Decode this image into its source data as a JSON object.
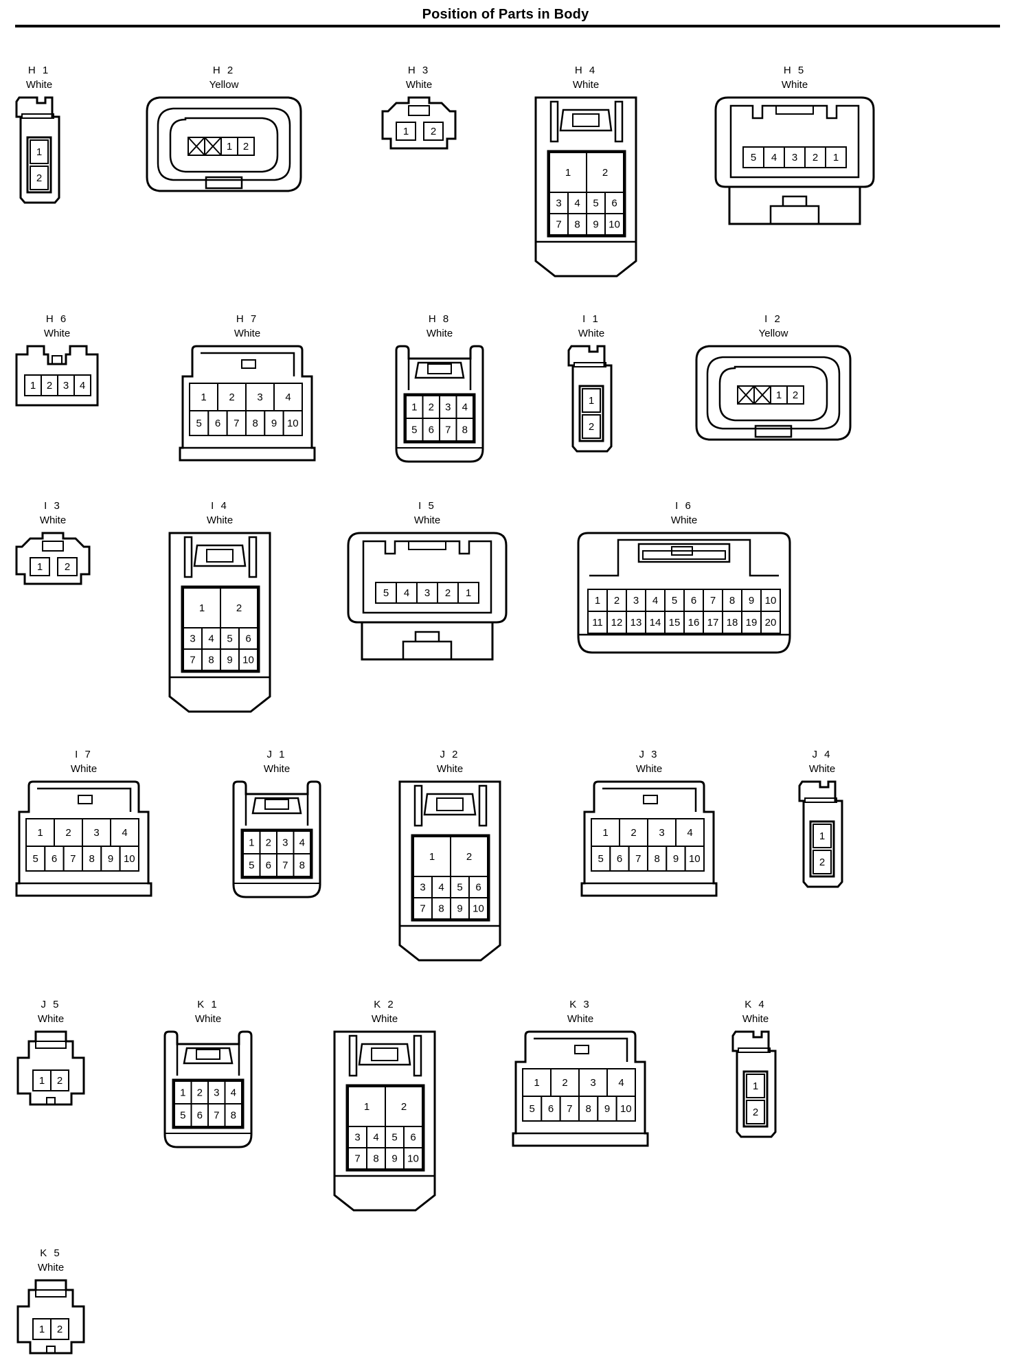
{
  "title": "Position of Parts in Body",
  "connectors": [
    {
      "code": "H 1",
      "color": "White",
      "type": "v2",
      "pins": [
        "1",
        "2"
      ]
    },
    {
      "code": "H 2",
      "color": "Yellow",
      "type": "oval",
      "pins": [
        "1",
        "2"
      ]
    },
    {
      "code": "H 3",
      "color": "White",
      "type": "small2",
      "pins": [
        "1",
        "2"
      ]
    },
    {
      "code": "H 4",
      "color": "White",
      "type": "tall10",
      "pins": [
        "1",
        "2",
        "3",
        "4",
        "5",
        "6",
        "7",
        "8",
        "9",
        "10"
      ]
    },
    {
      "code": "H 5",
      "color": "White",
      "type": "box5",
      "pins": [
        "5",
        "4",
        "3",
        "2",
        "1"
      ]
    },
    {
      "code": "H 6",
      "color": "White",
      "type": "row4",
      "pins": [
        "1",
        "2",
        "3",
        "4"
      ]
    },
    {
      "code": "H 7",
      "color": "White",
      "type": "wide10",
      "pins": [
        "1",
        "2",
        "3",
        "4",
        "5",
        "6",
        "7",
        "8",
        "9",
        "10"
      ]
    },
    {
      "code": "H 8",
      "color": "White",
      "type": "clip8",
      "pins": [
        "1",
        "2",
        "3",
        "4",
        "5",
        "6",
        "7",
        "8"
      ]
    },
    {
      "code": "I 1",
      "color": "White",
      "type": "v2",
      "pins": [
        "1",
        "2"
      ]
    },
    {
      "code": "I 2",
      "color": "Yellow",
      "type": "oval",
      "pins": [
        "1",
        "2"
      ]
    },
    {
      "code": "I 3",
      "color": "White",
      "type": "small2",
      "pins": [
        "1",
        "2"
      ]
    },
    {
      "code": "I 4",
      "color": "White",
      "type": "tall10",
      "pins": [
        "1",
        "2",
        "3",
        "4",
        "5",
        "6",
        "7",
        "8",
        "9",
        "10"
      ]
    },
    {
      "code": "I 5",
      "color": "White",
      "type": "box5",
      "pins": [
        "5",
        "4",
        "3",
        "2",
        "1"
      ]
    },
    {
      "code": "I 6",
      "color": "White",
      "type": "wide20",
      "pins": [
        "1",
        "2",
        "3",
        "4",
        "5",
        "6",
        "7",
        "8",
        "9",
        "10",
        "11",
        "12",
        "13",
        "14",
        "15",
        "16",
        "17",
        "18",
        "19",
        "20"
      ]
    },
    {
      "code": "I 7",
      "color": "White",
      "type": "wide10",
      "pins": [
        "1",
        "2",
        "3",
        "4",
        "5",
        "6",
        "7",
        "8",
        "9",
        "10"
      ]
    },
    {
      "code": "J 1",
      "color": "White",
      "type": "clip8",
      "pins": [
        "1",
        "2",
        "3",
        "4",
        "5",
        "6",
        "7",
        "8"
      ]
    },
    {
      "code": "J 2",
      "color": "White",
      "type": "tall10",
      "pins": [
        "1",
        "2",
        "3",
        "4",
        "5",
        "6",
        "7",
        "8",
        "9",
        "10"
      ]
    },
    {
      "code": "J 3",
      "color": "White",
      "type": "wide10",
      "pins": [
        "1",
        "2",
        "3",
        "4",
        "5",
        "6",
        "7",
        "8",
        "9",
        "10"
      ]
    },
    {
      "code": "J 4",
      "color": "White",
      "type": "v2",
      "pins": [
        "1",
        "2"
      ]
    },
    {
      "code": "J 5",
      "color": "White",
      "type": "cap2",
      "pins": [
        "1",
        "2"
      ]
    },
    {
      "code": "K 1",
      "color": "White",
      "type": "clip8",
      "pins": [
        "1",
        "2",
        "3",
        "4",
        "5",
        "6",
        "7",
        "8"
      ]
    },
    {
      "code": "K 2",
      "color": "White",
      "type": "tall10",
      "pins": [
        "1",
        "2",
        "3",
        "4",
        "5",
        "6",
        "7",
        "8",
        "9",
        "10"
      ]
    },
    {
      "code": "K 3",
      "color": "White",
      "type": "wide10",
      "pins": [
        "1",
        "2",
        "3",
        "4",
        "5",
        "6",
        "7",
        "8",
        "9",
        "10"
      ]
    },
    {
      "code": "K 4",
      "color": "White",
      "type": "v2",
      "pins": [
        "1",
        "2"
      ]
    },
    {
      "code": "K 5",
      "color": "White",
      "type": "cap2",
      "pins": [
        "1",
        "2"
      ]
    }
  ]
}
